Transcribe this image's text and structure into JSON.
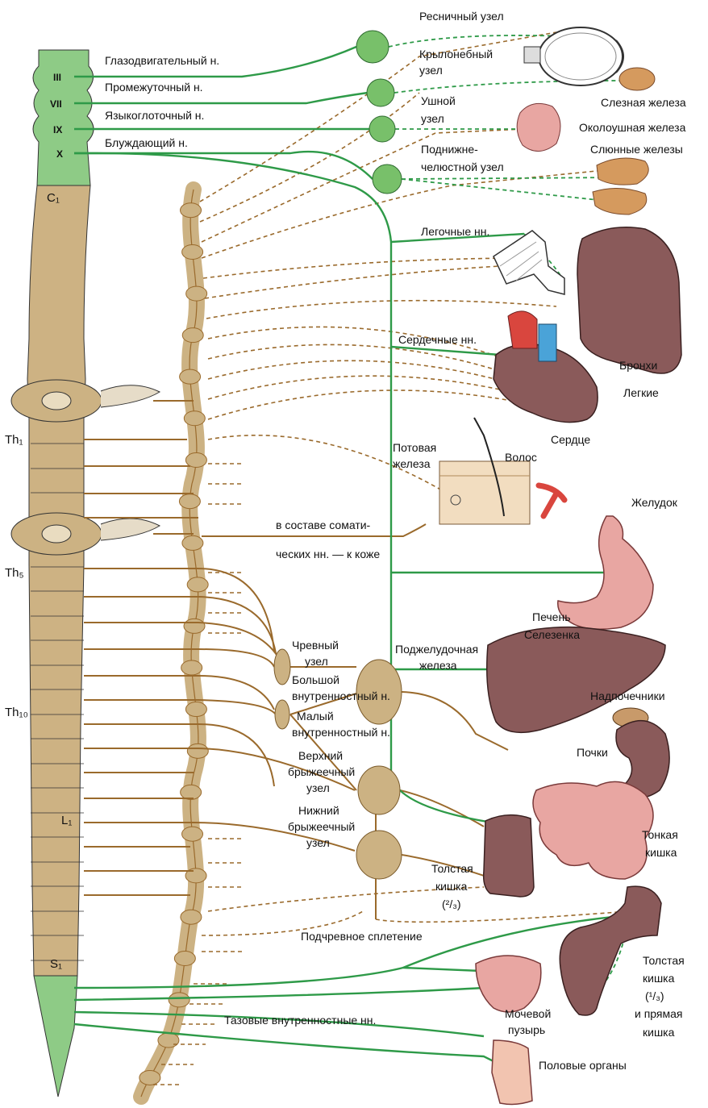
{
  "colors": {
    "parasympathetic": "#2e9a48",
    "sympathetic": "#9a6a2c",
    "spinal_green": "#8ecb86",
    "spinal_tan": "#cdb283",
    "ganglion_green": "#78c06a",
    "ganglion_tan": "#ccb283",
    "organ_brown": "#8a5a5a",
    "organ_pink": "#e8a0a0",
    "artery_red": "#d9463e",
    "vein_blue": "#4aa3d8"
  },
  "spinal_labels": {
    "c1": "C₁",
    "th1": "Th₁",
    "th5": "Th₅",
    "th10": "Th₁₀",
    "l1": "L₁",
    "s1": "S₁"
  },
  "cranial_nuclei": [
    "III",
    "VII",
    "IX",
    "X"
  ],
  "labels": {
    "oculomotor": "Глазодвигательный н.",
    "facial": "Промежуточный н.",
    "glossopharyngeal": "Языкоглоточный н.",
    "vagus": "Блуждающий н.",
    "ciliary_ganglion": "Ресничный узел",
    "pterygopalatine_1": "Крылонебный",
    "pterygopalatine_2": "узел",
    "otic_1": "Ушной",
    "otic_2": "узел",
    "submandibular_1": "Поднижне-",
    "submandibular_2": "челюстной узел",
    "lacrimal": "Слезная железа",
    "parotid": "Околоушная железа",
    "salivary": "Слюнные железы",
    "pulmonary": "Легочные нн.",
    "cardiac": "Сердечные нн.",
    "bronchi": "Бронхи",
    "lungs": "Легкие",
    "heart": "Сердце",
    "sweat_1": "Потовая",
    "sweat_2": "железа",
    "hair": "Волос",
    "somatic_1": "в составе сомати-",
    "somatic_2": "ческих нн. — к коже",
    "stomach": "Желудок",
    "liver": "Печень",
    "spleen": "Селезенка",
    "pancreas_1": "Поджелудочная",
    "pancreas_2": "железа",
    "celiac_1": "Чревный",
    "celiac_2": "узел",
    "greater_splanchnic_1": "Большой",
    "greater_splanchnic_2": "внутренностный н.",
    "lesser_splanchnic_1": "Малый",
    "lesser_splanchnic_2": "внутренностный н.",
    "adrenals": "Надпочечники",
    "kidneys": "Почки",
    "sup_mesenteric_1": "Верхний",
    "sup_mesenteric_2": "брыжеечный",
    "sup_mesenteric_3": "узел",
    "inf_mesenteric_1": "Нижний",
    "inf_mesenteric_2": "брыжеечный",
    "inf_mesenteric_3": "узел",
    "small_intestine_1": "Тонкая",
    "small_intestine_2": "кишка",
    "colon_a_1": "Толстая",
    "colon_a_2": "кишка",
    "colon_a_3": "(²/₃)",
    "hypogastric": "Подчревное сплетение",
    "colon_b_1": "Толстая",
    "colon_b_2": "кишка",
    "colon_b_3": "(¹/₃)",
    "colon_b_4": "и прямая",
    "colon_b_5": "кишка",
    "bladder_1": "Мочевой",
    "bladder_2": "пузырь",
    "pelvic_splanchnic": "Тазовые внутренностные нн.",
    "genitals": "Половые органы"
  }
}
